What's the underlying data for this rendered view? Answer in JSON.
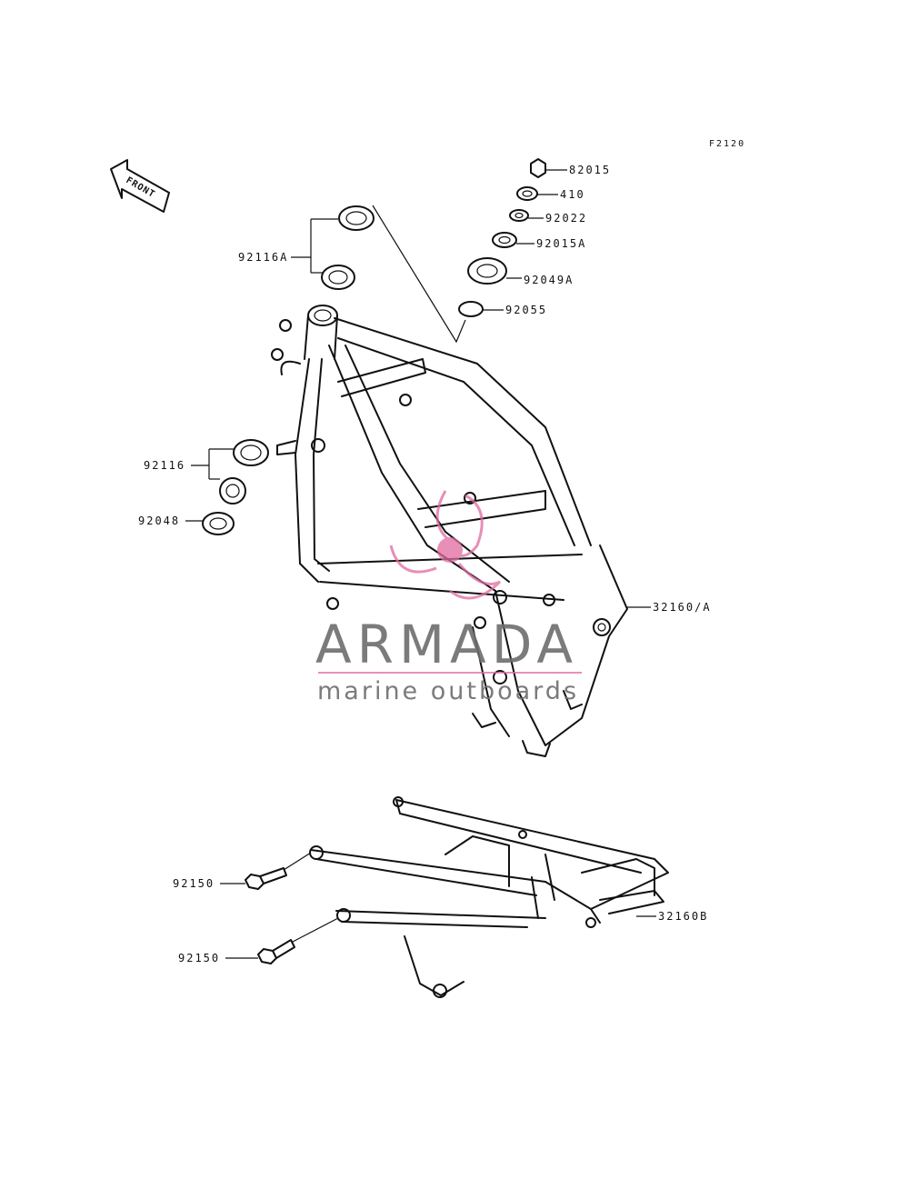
{
  "diagram": {
    "figure_code": "F2120",
    "front_marker": "FRONT",
    "parts": {
      "p82015": "82015",
      "p410": "410",
      "p92022": "92022",
      "p92015A": "92015A",
      "p92049A": "92049A",
      "p92055": "92055",
      "p92116A": "92116A",
      "p92116": "92116",
      "p92048": "92048",
      "p32160A": "32160/A",
      "p92150_upper": "92150",
      "p92150_lower": "92150",
      "p32160B": "32160B"
    }
  },
  "watermark": {
    "brand": "ARMADA",
    "tagline": "marine outboards",
    "accent_color": "#e06aa0",
    "text_color": "#6d6d6d"
  }
}
